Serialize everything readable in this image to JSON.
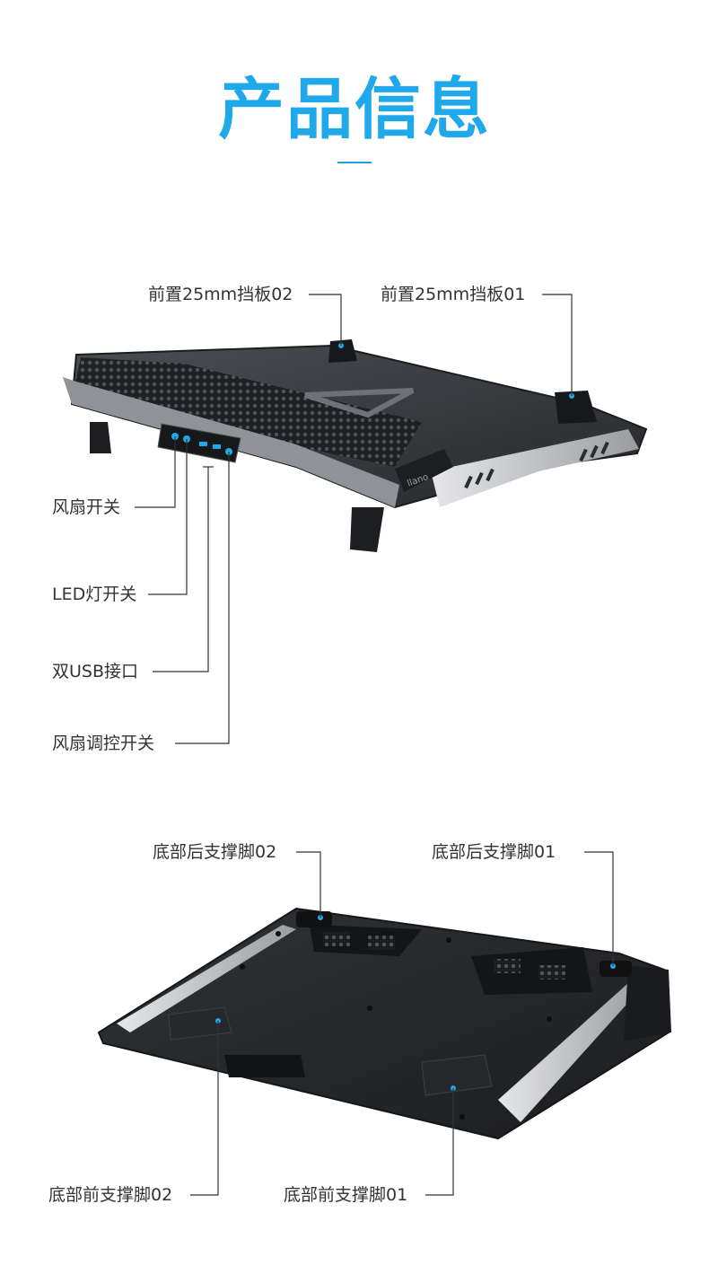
{
  "header": {
    "title": "产品信息",
    "accent_color": "#1fa8ea"
  },
  "top_section": {
    "callouts": {
      "front_baffle_02": "前置25mm挡板02",
      "front_baffle_01": "前置25mm挡板01",
      "fan_switch": "风扇开关",
      "led_switch": "LED灯开关",
      "dual_usb": "双USB接口",
      "fan_speed_switch": "风扇调控开关"
    },
    "brand_label": "llano"
  },
  "bottom_section": {
    "callouts": {
      "rear_foot_02": "底部后支撑脚02",
      "rear_foot_01": "底部后支撑脚01",
      "front_foot_02": "底部前支撑脚02",
      "front_foot_01": "底部前支撑脚01"
    }
  },
  "colors": {
    "accent": "#1fa8ea",
    "line": "#333333",
    "body": "#2b2d30",
    "metal": "#c9cbce"
  }
}
